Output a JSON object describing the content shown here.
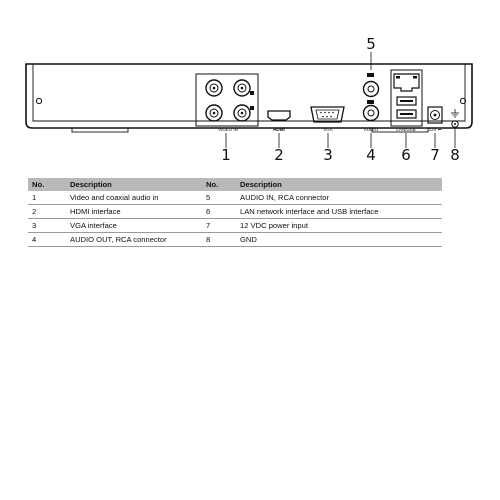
{
  "panel": {
    "port_labels": {
      "video_in": "VIDEO IN",
      "hdmi": "HDMI",
      "vga": "VGA",
      "audio": "AUDIO",
      "lan_usb": "LAN/USB",
      "power": "12V ⎓"
    },
    "callouts": [
      "1",
      "2",
      "3",
      "4",
      "5",
      "6",
      "7",
      "8"
    ]
  },
  "table": {
    "headers": [
      "No.",
      "Description",
      "No.",
      "Description"
    ],
    "rows": [
      [
        "1",
        "Video and coaxial audio in",
        "5",
        "AUDIO IN, RCA connector"
      ],
      [
        "2",
        "HDMI interface",
        "6",
        "LAN network interface and USB interface"
      ],
      [
        "3",
        "VGA interface",
        "7",
        "12 VDC power input"
      ],
      [
        "4",
        "AUDIO OUT, RCA connector",
        "8",
        "GND"
      ]
    ]
  }
}
